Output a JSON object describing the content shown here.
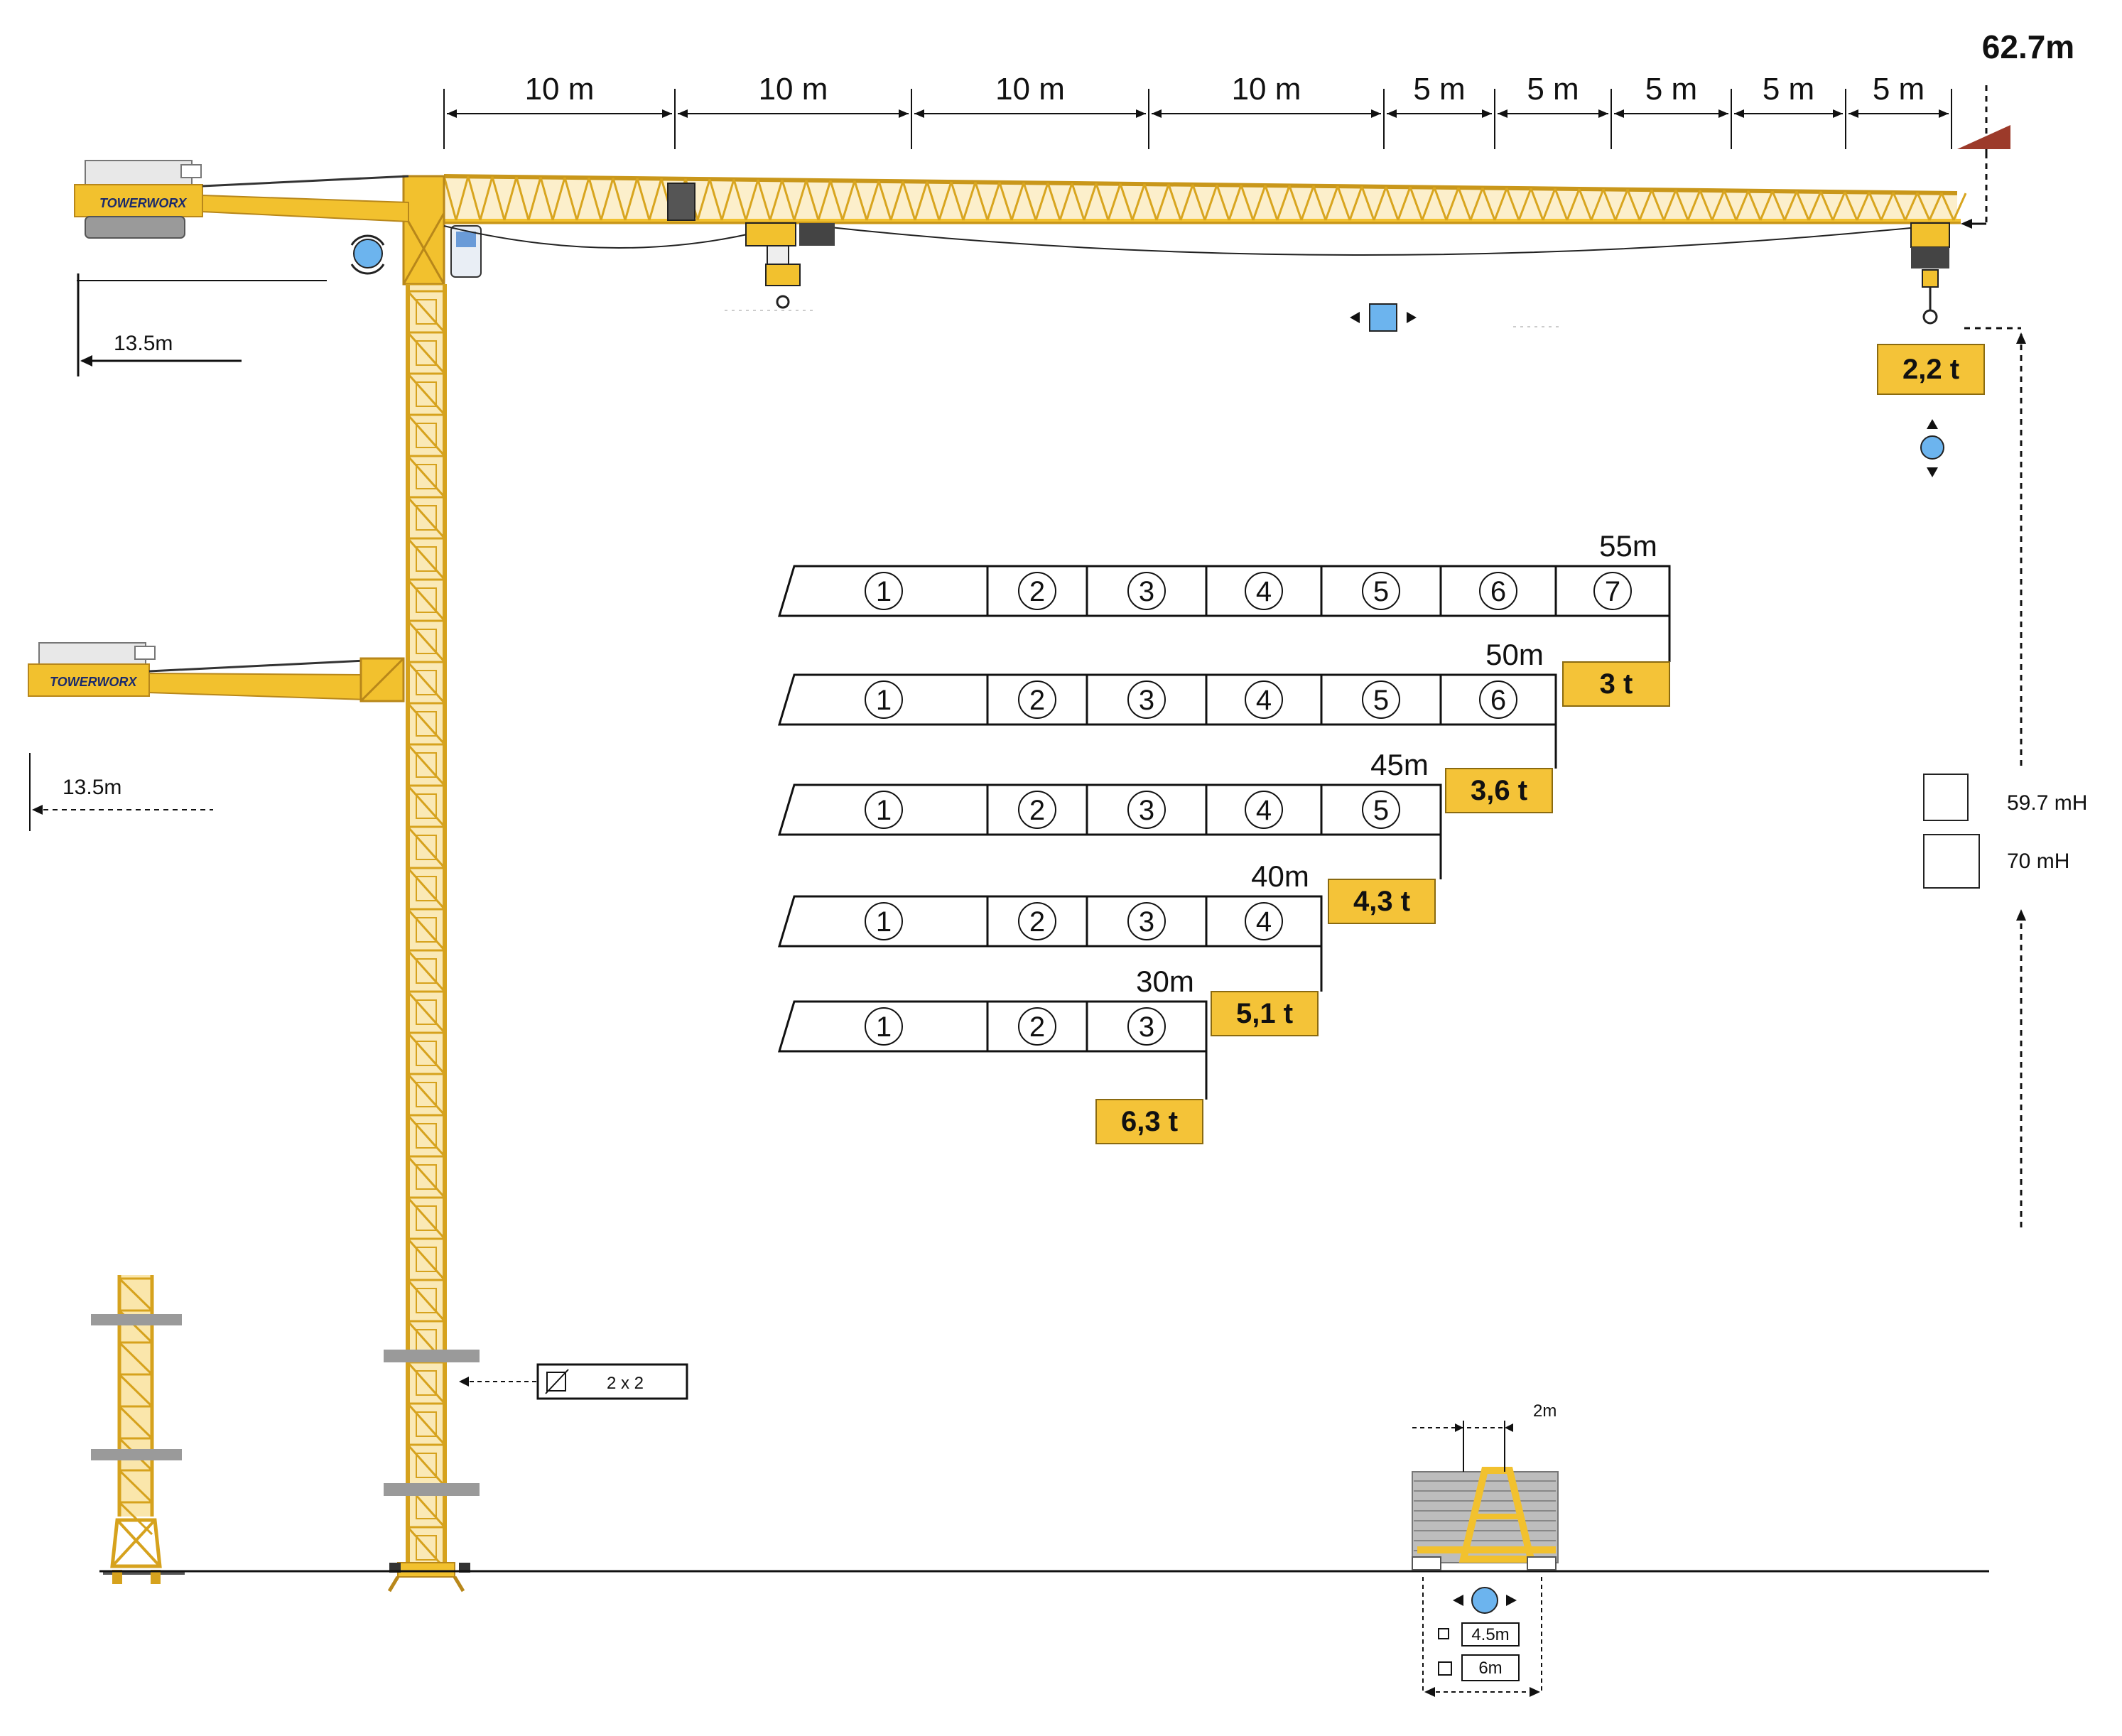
{
  "colors": {
    "crane_yellow": "#f2c12e",
    "capacity_box": "#f4c338",
    "indicator_blue": "#6cb4ee",
    "line": "#111111",
    "counterweight_grey": "#9a9a9a"
  },
  "top_dimensions": {
    "segments": [
      "10 m",
      "10 m",
      "10 m",
      "10 m",
      "5 m",
      "5 m",
      "5 m",
      "5 m",
      "5 m"
    ],
    "max_radius": "62.7m"
  },
  "counter_jib": {
    "upper_length": "13.5m",
    "lower_length": "13.5m",
    "logo_text": "TOWERWORX"
  },
  "tip_capacity": "2,2 t",
  "jib_configurations": [
    {
      "length": "55m",
      "sections": [
        "1",
        "2",
        "3",
        "4",
        "5",
        "6",
        "7"
      ],
      "capacity": "3 t"
    },
    {
      "length": "50m",
      "sections": [
        "1",
        "2",
        "3",
        "4",
        "5",
        "6"
      ],
      "capacity": "3,6 t"
    },
    {
      "length": "45m",
      "sections": [
        "1",
        "2",
        "3",
        "4",
        "5"
      ],
      "capacity": "4,3 t"
    },
    {
      "length": "40m",
      "sections": [
        "1",
        "2",
        "3",
        "4"
      ],
      "capacity": "5,1 t"
    },
    {
      "length": "30m",
      "sections": [
        "1",
        "2",
        "3"
      ],
      "capacity": "6,3 t"
    }
  ],
  "heights": [
    {
      "label": "59.7 mH"
    },
    {
      "label": "70 mH"
    }
  ],
  "mast_section": {
    "label": "2 x 2"
  },
  "base": {
    "width_label": "2m",
    "base_sizes": [
      "4.5m",
      "6m"
    ]
  },
  "icons": [
    "rotation-icon",
    "trolley-icon",
    "hoist-icon",
    "travel-icon",
    "mast-section-icon"
  ]
}
